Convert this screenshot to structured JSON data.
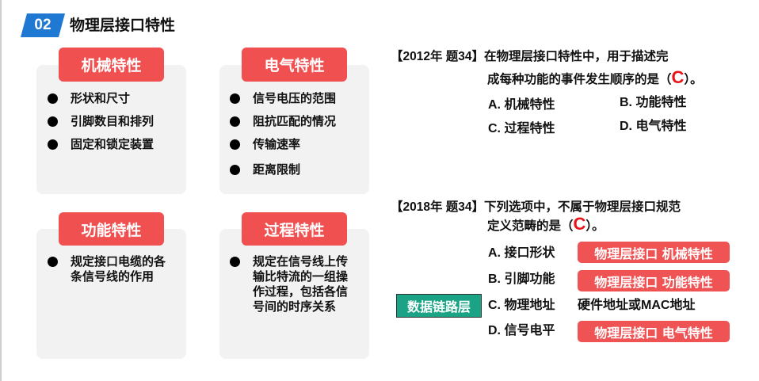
{
  "section": {
    "number": "02",
    "title": "物理层接口特性"
  },
  "cards": [
    {
      "label": "机械特性",
      "items": [
        "形状和尺寸",
        "引脚数目和排列",
        "固定和锁定装置"
      ]
    },
    {
      "label": "电气特性",
      "items": [
        "信号电压的范围",
        "阻抗匹配的情况",
        "传输速率",
        "距离限制"
      ]
    },
    {
      "label": "功能特性",
      "items": [
        "规定接口电缆的各条信号线的作用"
      ]
    },
    {
      "label": "过程特性",
      "items": [
        "规定在信号线上传输比特流的一组操作过程，包括各信号间的时序关系"
      ]
    }
  ],
  "q1": {
    "source": "【2012年 题34】",
    "line1": "在物理层接口特性中，用于描述完",
    "line2": "成每种功能的事件发生顺序的是（",
    "answer": "C",
    "end": "）。",
    "options": {
      "a": "A. 机械特性",
      "b": "B. 功能特性",
      "c": "C. 过程特性",
      "d": "D. 电气特性"
    }
  },
  "q2": {
    "source": "【2018年 题34】",
    "line1": "下列选项中，不属于物理层接口规范",
    "line2": "定义范畴的是（",
    "answer": "C",
    "end": "）。",
    "options": {
      "a": "A. 接口形状",
      "b": "B. 引脚功能",
      "c": "C. 物理地址",
      "d": "D. 信号电平"
    },
    "notes": {
      "a": "物理层接口 机械特性",
      "b": "物理层接口 功能特性",
      "c": "硬件地址或MAC地址",
      "d": "物理层接口 电气特性"
    },
    "layer_tag": "数据链路层"
  }
}
